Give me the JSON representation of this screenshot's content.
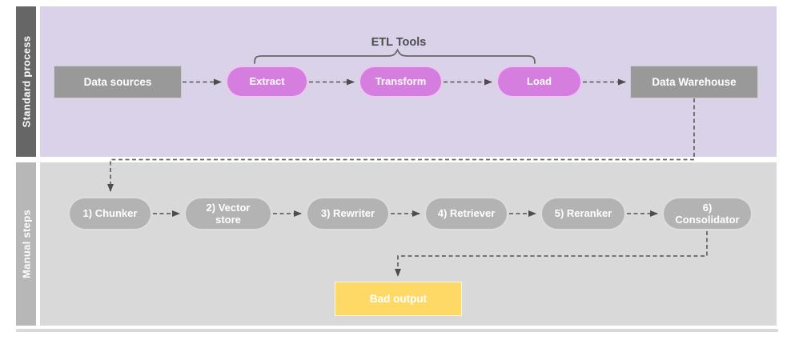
{
  "diagram": {
    "lanes": {
      "standard": "Standard process",
      "manual": "Manual steps"
    },
    "etl_group_label": "ETL Tools",
    "nodes": {
      "data_sources": "Data sources",
      "extract": "Extract",
      "transform": "Transform",
      "load": "Load",
      "data_warehouse": "Data Warehouse",
      "chunker": "1) Chunker",
      "vector_store": "2) Vector store",
      "rewriter": "3) Rewriter",
      "retriever": "4) Retriever",
      "reranker": "5) Reranker",
      "consolidator": "6) Consolidator",
      "bad_output": "Bad output"
    },
    "colors": {
      "lane_standard_bg": "#d9d2e9",
      "lane_manual_bg": "#d9d9d9",
      "lane_standard_bar": "#666666",
      "lane_manual_bar": "#b7b7b7",
      "box_gray": "#999999",
      "pill_gray": "#b3b3b3",
      "pill_purple": "#d57ee0",
      "bad_output_yellow": "#ffd966",
      "connector": "#666666",
      "arrowhead": "#4d4d4d"
    }
  }
}
